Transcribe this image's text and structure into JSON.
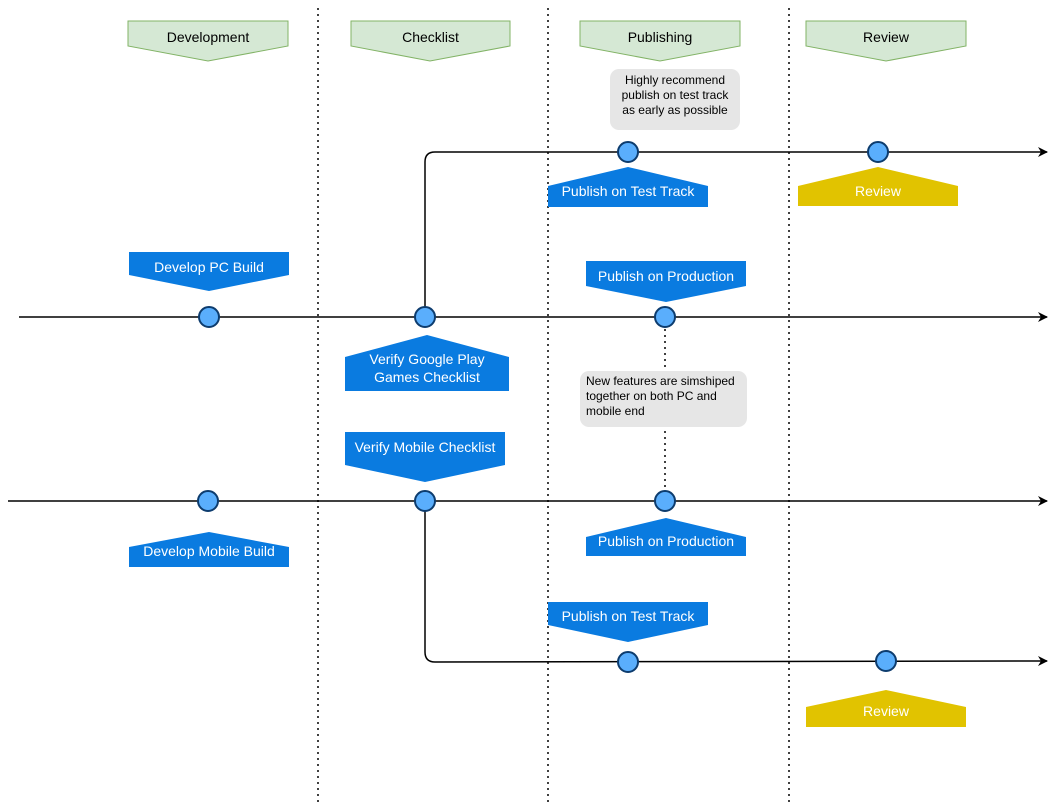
{
  "colors": {
    "blue_shape": "#0a7be0",
    "yellow_shape": "#e1c300",
    "green_header_fill": "#d5e8d4",
    "green_header_stroke": "#82b366",
    "node_fill": "#5aaefc",
    "node_stroke": "#0d3c6e",
    "line": "#000000",
    "note_fill": "#e6e6e6"
  },
  "headers": [
    "Development",
    "Checklist",
    "Publishing",
    "Review"
  ],
  "shapes": {
    "develop_pc": "Develop PC Build",
    "develop_mobile": "Develop Mobile Build",
    "verify_gpg": "Verify Google Play Games Checklist",
    "verify_mobile": "Verify Mobile Checklist",
    "pc_test_track": "Publish on Test Track",
    "pc_production": "Publish on Production",
    "mobile_production": "Publish on Production",
    "mobile_test_track": "Publish on Test Track",
    "pc_review": "Review",
    "mobile_review": "Review"
  },
  "notes": {
    "test_track": "Highly recommend publish on test track as early as possible",
    "simship": "New features are simshiped together on both PC and mobile end"
  }
}
